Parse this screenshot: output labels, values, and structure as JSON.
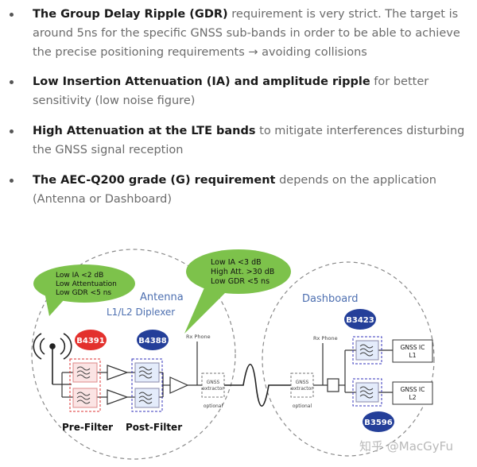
{
  "bullets": [
    {
      "bold": "The Group Delay Ripple (GDR)",
      "rest": " requirement is very strict. The target is around 5ns for the specific GNSS sub-bands in order to be able to achieve the precise positioning requirements → avoiding collisions"
    },
    {
      "bold": "Low Insertion Attenuation (IA) and amplitude ripple",
      "rest": " for better sensitivity (low noise figure)"
    },
    {
      "bold": "High Attenuation at the LTE bands",
      "rest": " to mitigate interferences disturbing the GNSS signal reception"
    },
    {
      "bold": "The AEC-Q200 grade (G) requirement",
      "rest": " depends on the application (Antenna or Dashboard)"
    }
  ],
  "diagram": {
    "bubble_left": [
      "Low IA <2 dB",
      "Low Attentuation",
      "Low GDR <5 ns"
    ],
    "bubble_center": [
      "Low IA <3 dB",
      "High Att. >30 dB",
      "Low GDR <5 ns"
    ],
    "antenna_label": "Antenna",
    "diplexer_label": "L1/L2 Diplexer",
    "dashboard_label": "Dashboard",
    "badge_b4391": "B4391",
    "badge_b4388": "B4388",
    "badge_b3423": "B3423",
    "badge_b3596": "B3596",
    "rx_phone_left": "Rx Phone",
    "rx_phone_right": "Rx Phone",
    "gnss_extractor": [
      "GNSS",
      "extractor"
    ],
    "optional": "optional",
    "gnss_ic_l1": [
      "GNSS IC",
      "L1"
    ],
    "gnss_ic_l2": [
      "GNSS IC",
      "L2"
    ],
    "pre_filter": "Pre-Filter",
    "post_filter": "Post-Filter",
    "watermark": "知乎 @MacGyFu",
    "colors": {
      "bubble_green": "#7dc24b",
      "badge_red": "#e3312d",
      "badge_blue": "#243f99",
      "label_blue": "#4d6fb0"
    }
  }
}
